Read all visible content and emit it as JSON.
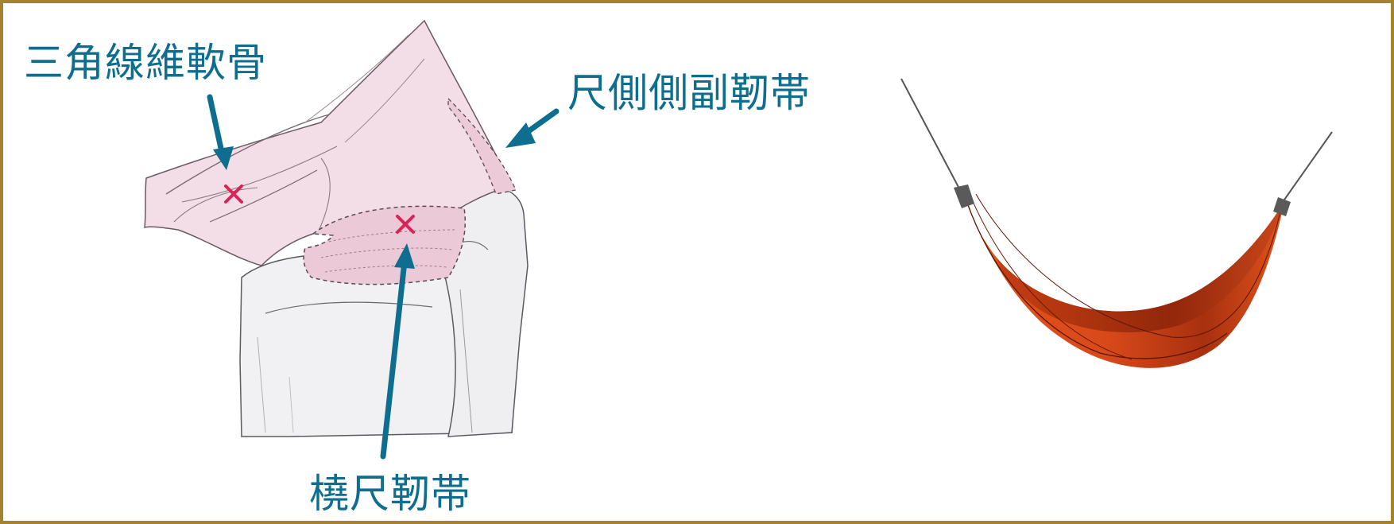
{
  "labels": {
    "tfcc": "三角線維軟骨",
    "ulnar_collateral_ligament": "尺側側副靭帯",
    "radioulnar_ligament": "橈尺靭帯"
  },
  "colors": {
    "frame_border": "#a5822e",
    "label_text": "#0d6e8f",
    "arrow": "#0d6e8f",
    "marker": "#d9245a",
    "ligament_fill": "#f2d9e2",
    "bone_fill": "#f0f0f3",
    "hammock_fabric": "#e85a1c",
    "hammock_end": "#5a5a5a"
  },
  "icons": {
    "marker": "cross-mark-icon"
  }
}
